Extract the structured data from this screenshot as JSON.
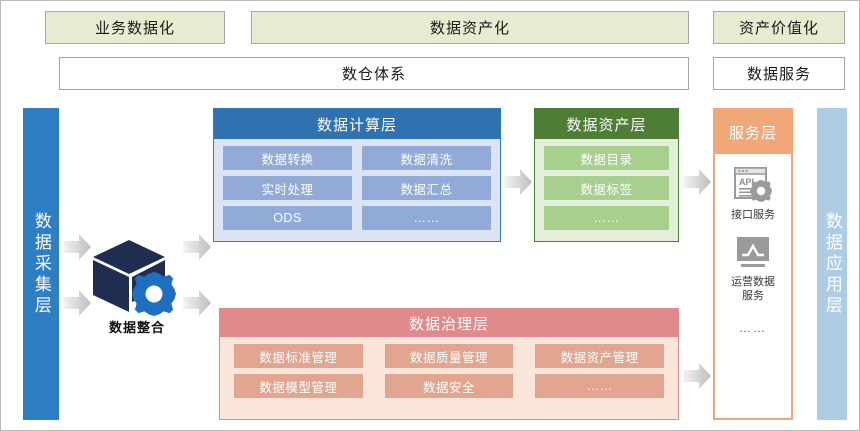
{
  "top_band": {
    "categories": [
      {
        "label": "业务数据化"
      },
      {
        "label": "数据资产化"
      },
      {
        "label": "资产价值化"
      }
    ],
    "systems": [
      {
        "label": "数仓体系"
      },
      {
        "label": "数据服务"
      }
    ]
  },
  "colors": {
    "category_bg": "#E8EBD0",
    "collect_col": "#2E7EC4",
    "apply_col": "#AECDE4",
    "compute_head": "#3071B0",
    "compute_body": "#DCE3F2",
    "compute_chip": "#92AAD8",
    "asset_head": "#4E7D35",
    "asset_body": "#E3EFDA",
    "asset_chip": "#A8D08D",
    "gov_head": "#DF8B8B",
    "gov_body": "#FAE5DA",
    "gov_chip": "#E2A590",
    "service_head": "#F0A878",
    "cube_dark": "#1F2D50",
    "gear_blue": "#1F6FC0"
  },
  "left_column": {
    "label": "数据采集层"
  },
  "right_column": {
    "label": "数据应用层"
  },
  "integration": {
    "label": "数据整合",
    "icon": "cube-gear-icon"
  },
  "panels": {
    "compute": {
      "title": "数据计算层",
      "items": [
        "数据转换",
        "数据清洗",
        "实时处理",
        "数据汇总",
        "ODS",
        "……"
      ]
    },
    "asset": {
      "title": "数据资产层",
      "items": [
        "数据目录",
        "数据标签",
        "……"
      ]
    },
    "governance": {
      "title": "数据治理层",
      "items": [
        "数据标准管理",
        "数据质量管理",
        "数据资产管理",
        "数据模型管理",
        "数据安全",
        "……"
      ]
    },
    "service": {
      "title": "服务层",
      "entries": [
        {
          "icon": "api-window-gear-icon",
          "label": "接口服务"
        },
        {
          "icon": "monitor-chart-icon",
          "label": "运营数据\n服务"
        }
      ],
      "more": "……"
    }
  }
}
